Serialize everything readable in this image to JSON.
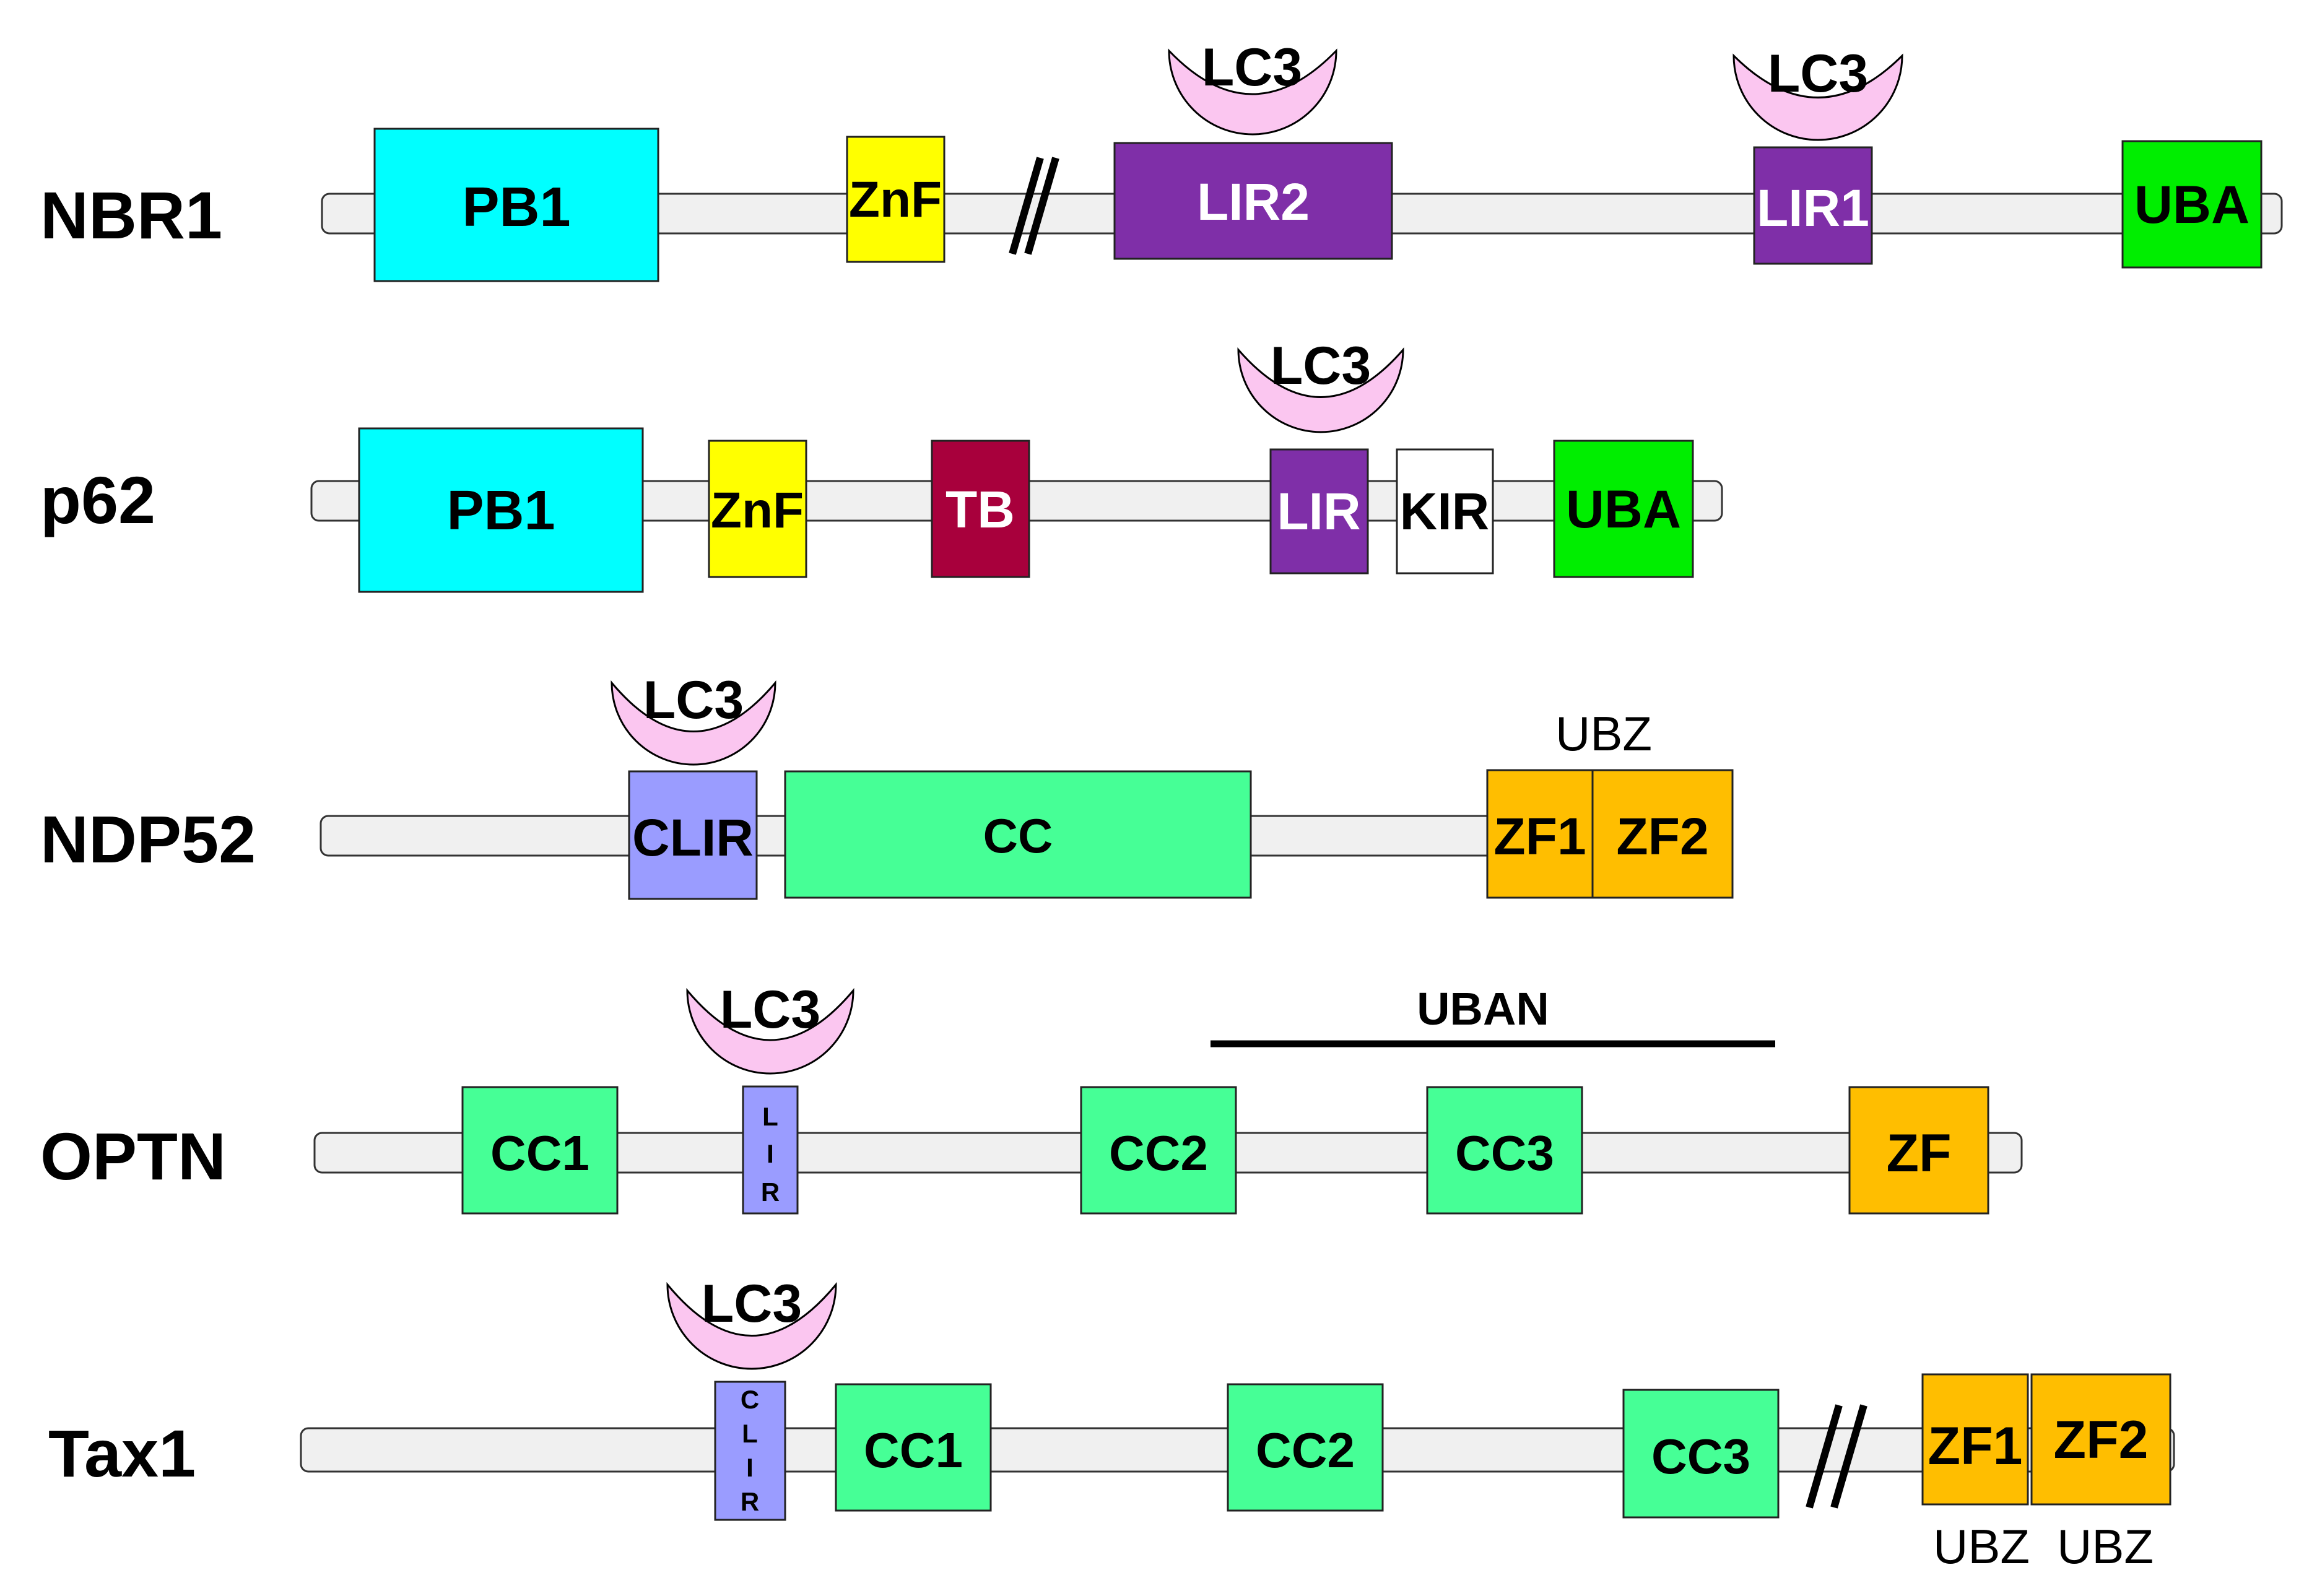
{
  "rows": [
    {
      "name": "NBR1"
    },
    {
      "name": "p62"
    },
    {
      "name": "NDP52"
    },
    {
      "name": "OPTN"
    },
    {
      "name": "Tax1"
    }
  ],
  "domains": {
    "nbr1": {
      "pb1": "PB1",
      "znf": "ZnF",
      "lir2": "LIR2",
      "lir1": "LIR1",
      "uba": "UBA"
    },
    "p62": {
      "pb1": "PB1",
      "znf": "ZnF",
      "tb": "TB",
      "lir": "LIR",
      "kir": "KIR",
      "uba": "UBA"
    },
    "ndp52": {
      "clir": "CLIR",
      "cc": "CC",
      "zf1": "ZF1",
      "zf2": "ZF2",
      "ubz": "UBZ"
    },
    "optn": {
      "cc1": "CC1",
      "lir": [
        "L",
        "I",
        "R"
      ],
      "cc2": "CC2",
      "cc3": "CC3",
      "zf": "ZF",
      "uban": "UBAN"
    },
    "tax1": {
      "clir": [
        "C",
        "L",
        "I",
        "R"
      ],
      "cc1": "CC1",
      "cc2": "CC2",
      "cc3": "CC3",
      "zf1": "ZF1",
      "zf2": "ZF2",
      "ubz1": "UBZ",
      "ubz2": "UBZ"
    }
  },
  "lc3_label": "LC3",
  "colors": {
    "pb1": "#00ffff",
    "znf": "#ffff00",
    "lir": "#7f2fa8",
    "uba": "#00ee00",
    "tb": "#a8003c",
    "kir": "#ffffff",
    "clir": "#9a9cff",
    "cc": "#46ff96",
    "zf": "#ffbe00",
    "lc3": "#fbc6f0",
    "backbone": "#f0f0f0"
  },
  "icons": [
    "lc3-cup-icon",
    "break-mark-icon"
  ]
}
